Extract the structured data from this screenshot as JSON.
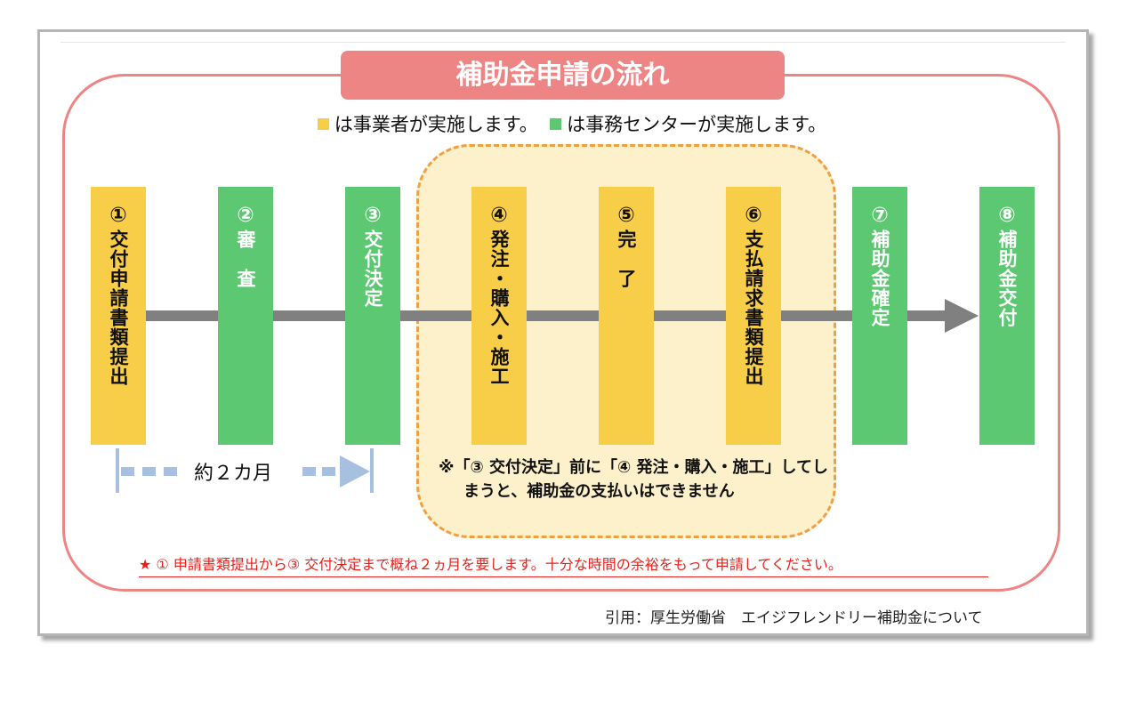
{
  "title": "補助金申請の流れ",
  "legend": {
    "yellow_text": "は事業者が実施します。",
    "green_text": "は事務センターが実施します。",
    "yellow_color": "#f8cd48",
    "green_color": "#5dc872"
  },
  "steps": [
    {
      "num": "①",
      "label": "交付申請書類提出",
      "actor": "yellow"
    },
    {
      "num": "②",
      "label": "審　査",
      "actor": "green"
    },
    {
      "num": "③",
      "label": "交付決定",
      "actor": "green"
    },
    {
      "num": "④",
      "label": "発注・購入・施工",
      "actor": "yellow"
    },
    {
      "num": "⑤",
      "label": "完　了",
      "actor": "yellow"
    },
    {
      "num": "⑥",
      "label": "支払請求書類提出",
      "actor": "yellow"
    },
    {
      "num": "⑦",
      "label": "補助金確定",
      "actor": "green"
    },
    {
      "num": "⑧",
      "label": "補助金交付",
      "actor": "green"
    }
  ],
  "duration_label": "約２カ月",
  "note": "※「③ 交付決定」前に「④ 発注・購入・施工」してしまうと、補助金の支払いはできません",
  "warning": "★ ① 申請書類提出から③ 交付決定まで概ね２ヵ月を要します。十分な時間の余裕をもって申請してください。",
  "citation": "引用：厚生労働省　エイジフレンドリー補助金について"
}
